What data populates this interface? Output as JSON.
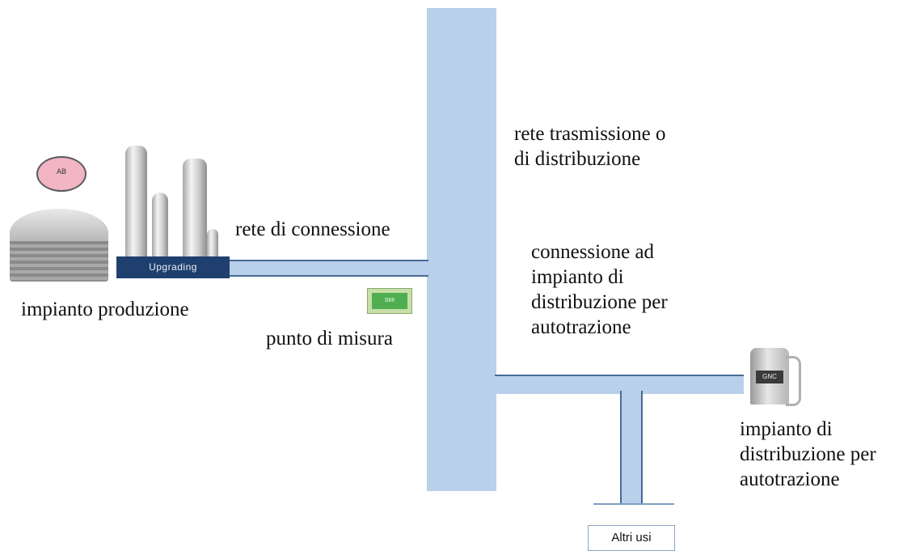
{
  "labels": {
    "transmission_network": "rete trasmissione o\ndi distribuzione",
    "connection_network": "rete di connessione",
    "fuel_connection": "connessione ad\nimpianto di\ndistribuzione per\nautotrazione",
    "production_plant": "impianto produzione",
    "measuring_point": "punto di misura",
    "fuel_station": "impianto di\ndistribuzione per\nautotrazione",
    "other_uses": "Altri usi"
  },
  "icons": {
    "upgrading_unit": "Upgrading",
    "biogas_bubble": "AB",
    "meter_display": "SMI",
    "pump_display": "GNC"
  },
  "colors": {
    "pipe": "#b9d0ea",
    "upgrading": "#1f3f6e",
    "meter": "#4fae4f",
    "biogas": "#f1b5c3"
  }
}
